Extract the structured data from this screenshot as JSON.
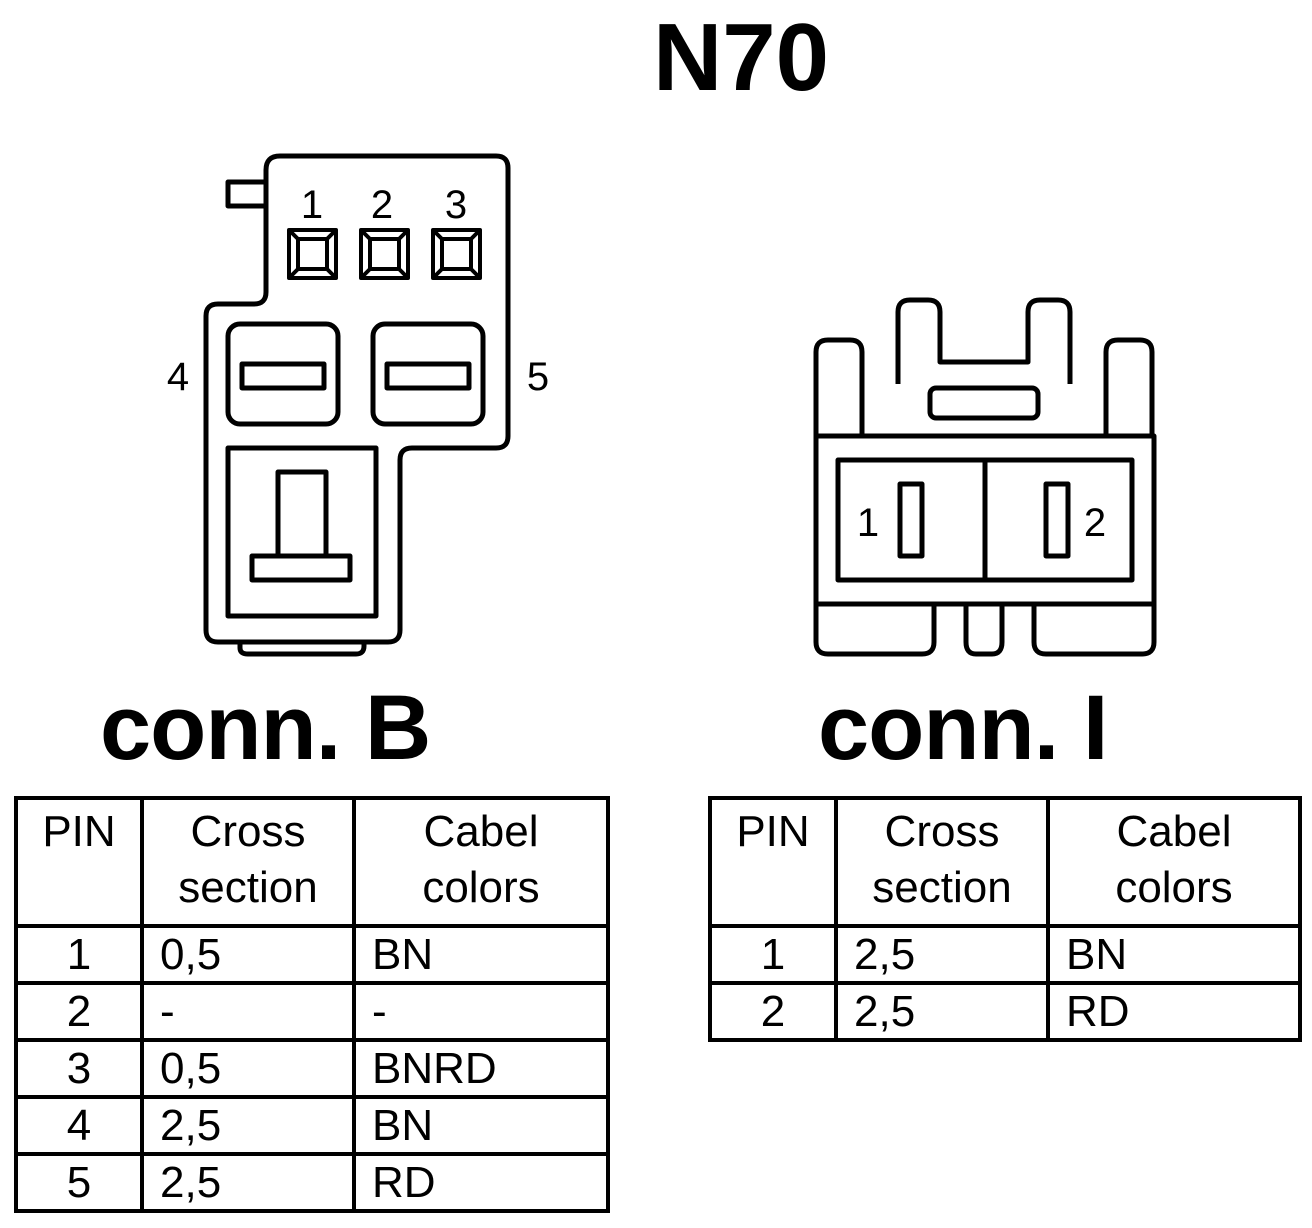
{
  "title": "N70",
  "connectors": {
    "b": {
      "label": "conn. B",
      "pin_labels": [
        "1",
        "2",
        "3",
        "4",
        "5"
      ],
      "headers": [
        "PIN",
        "Cross section",
        "Cabel colors"
      ],
      "rows": [
        {
          "pin": "1",
          "cross_section": "0,5",
          "color": "BN"
        },
        {
          "pin": "2",
          "cross_section": "-",
          "color": "-"
        },
        {
          "pin": "3",
          "cross_section": "0,5",
          "color": "BNRD"
        },
        {
          "pin": "4",
          "cross_section": "2,5",
          "color": "BN"
        },
        {
          "pin": "5",
          "cross_section": "2,5",
          "color": "RD"
        }
      ]
    },
    "i": {
      "label": "conn. I",
      "pin_labels": [
        "1",
        "2"
      ],
      "headers": [
        "PIN",
        "Cross section",
        "Cabel colors"
      ],
      "rows": [
        {
          "pin": "1",
          "cross_section": "2,5",
          "color": "BN"
        },
        {
          "pin": "2",
          "cross_section": "2,5",
          "color": "RD"
        }
      ]
    }
  }
}
